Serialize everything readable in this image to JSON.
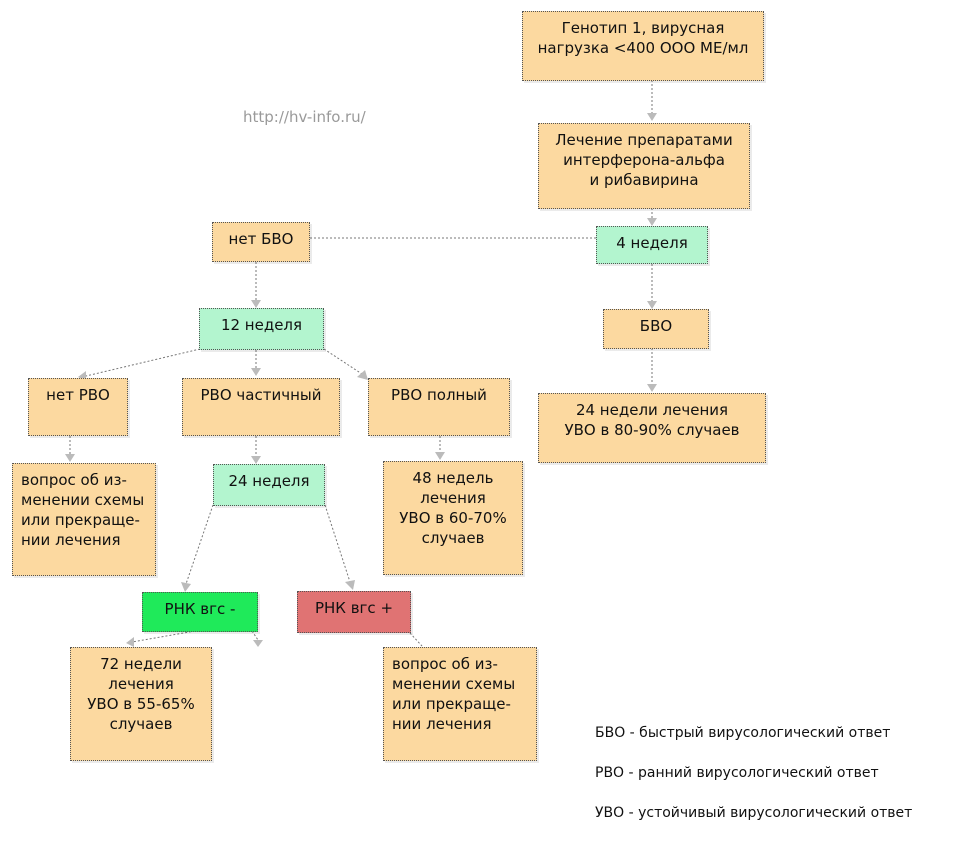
{
  "watermark": "http://hv-info.ru/",
  "nodes": {
    "genotype": "Генотип 1, вирусная\nнагрузка <400 ООО МЕ/мл",
    "treatment": "Лечение препаратами\nинтерферона-альфа\nи рибавирина",
    "week4": "4 неделя",
    "no_bvo": "нет БВО",
    "bvo": "БВО",
    "result_24": "24 недели лечения\nУВО в 80-90% случаев",
    "week12": "12 неделя",
    "no_rvo": "нет РВО",
    "rvo_partial": "РВО частичный",
    "rvo_full": "РВО полный",
    "question_left": "вопрос об из-\nменении схемы\nили прекраще-\nнии лечения",
    "week24": "24 неделя",
    "result_48": "48 недель\nлечения\nУВО в 60-70%\nслучаев",
    "rna_neg": "РНК вгс -",
    "rna_pos": "РНК вгс +",
    "result_72": "72 недели\nлечения\nУВО в 55-65%\nслучаев",
    "question_right": "вопрос об из-\nменении схемы\nили прекраще-\nнии лечения"
  },
  "legend": [
    "БВО - быстрый вирусологический ответ",
    "РВО - ранний вирусологический ответ",
    "УВО - устойчивый вирусологический ответ"
  ]
}
